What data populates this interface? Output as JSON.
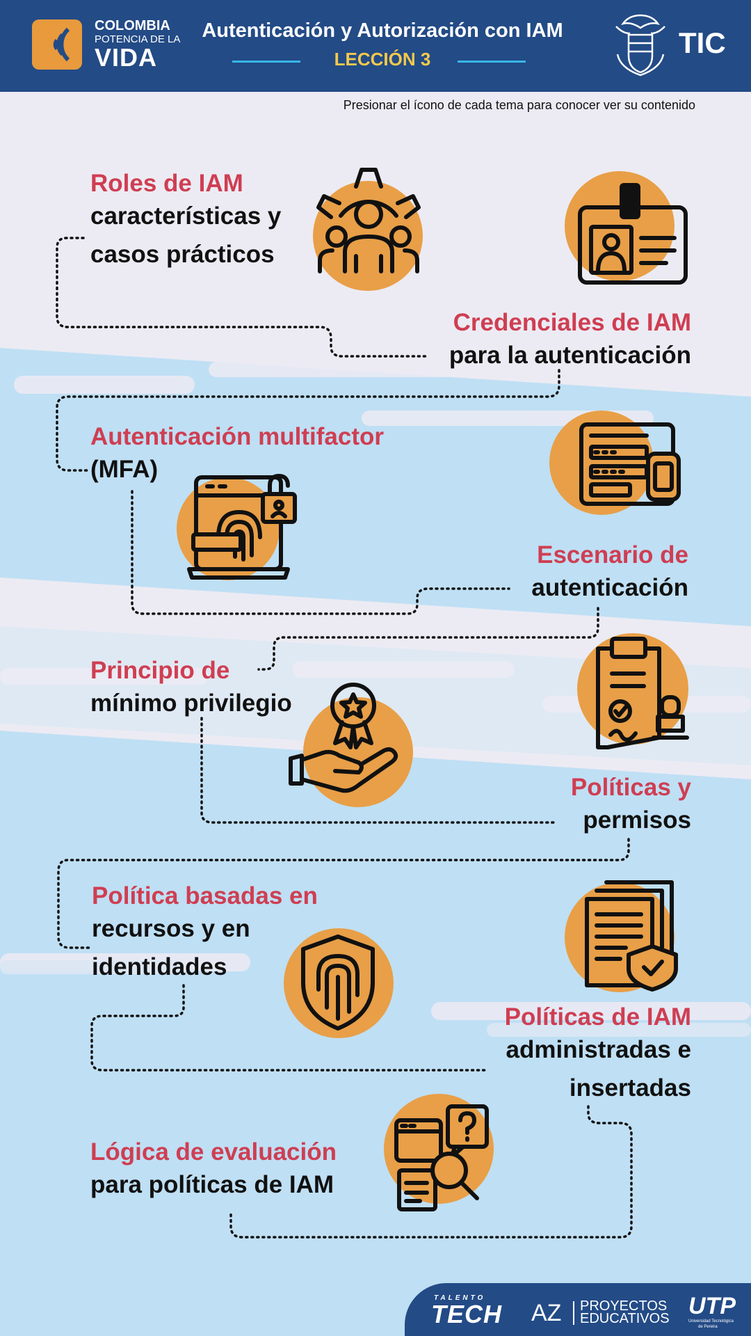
{
  "header": {
    "brand": {
      "line1": "COLOMBIA",
      "line2": "POTENCIA DE LA",
      "line3": "VIDA"
    },
    "title": "Autenticación y Autorización con IAM",
    "subtitle": "LECCIÓN 3",
    "tic_label": "TIC"
  },
  "instruction": "Presionar el ícono de cada tema para conocer ver su contenido",
  "topics": [
    {
      "title": "Roles de IAM",
      "line1": "características y",
      "line2": "casos prácticos",
      "icon": "team-gear-icon"
    },
    {
      "title": "Credenciales de IAM",
      "line1": "para la autenticación",
      "icon": "id-badge-icon"
    },
    {
      "title": "Autenticación multifactor",
      "line1": "(MFA)",
      "icon": "fingerprint-lock-icon"
    },
    {
      "title": "Escenario de",
      "line1": "autenticación",
      "icon": "login-form-icon"
    },
    {
      "title": "Principio de",
      "line1": "mínimo privilegio",
      "icon": "award-hand-icon"
    },
    {
      "title": "Políticas y",
      "line1": "permisos",
      "icon": "signed-document-icon"
    },
    {
      "title": "Política basadas en",
      "line1": "recursos y en",
      "line2": "identidades",
      "icon": "shield-fingerprint-icon"
    },
    {
      "title": "Políticas de IAM",
      "line1": "administradas e",
      "line2": "insertadas",
      "icon": "policy-shield-icon"
    },
    {
      "title": "Lógica de evaluación",
      "line1": "para políticas de IAM",
      "icon": "search-question-icon"
    }
  ],
  "footer": {
    "talento_top": "TALENTO",
    "talento_main": "TECH",
    "az_mark": "AZ",
    "proyectos_1": "PROYECTOS",
    "proyectos_2": "EDUCATIVOS",
    "utp_mark": "UTP",
    "utp_sub1": "Universidad Tecnológica",
    "utp_sub2": "de Pereira"
  },
  "colors": {
    "header_bg": "#234b86",
    "accent_red": "#cf3e52",
    "icon_circle": "#e89f47",
    "subtitle_yellow": "#f2c94c",
    "rule_blue": "#38b6e8",
    "background_light": "#ecebf3",
    "background_blue": "#bfdff4"
  }
}
